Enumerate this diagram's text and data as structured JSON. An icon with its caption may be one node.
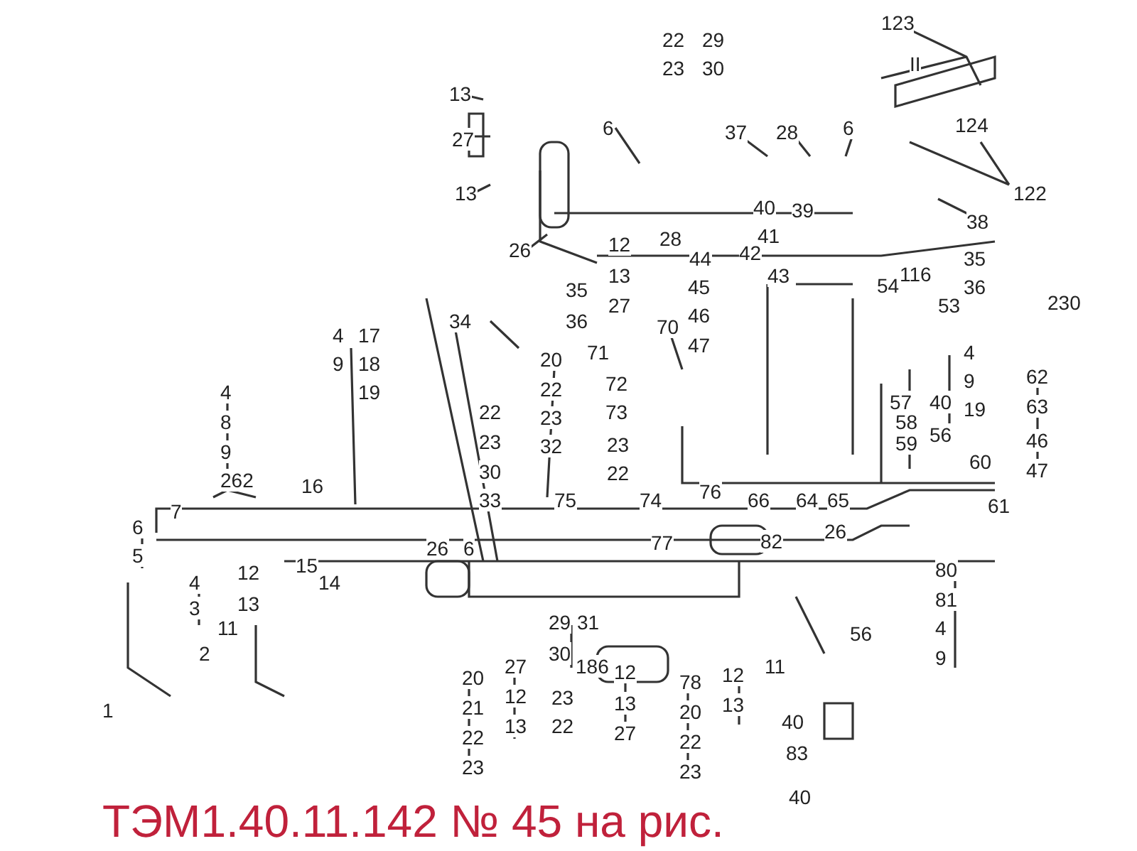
{
  "diagram": {
    "caption": "ТЭМ1.40.11.142 № 45 на рис.",
    "labels": [
      "123",
      "22",
      "29",
      "23",
      "30",
      "II",
      "13",
      "27",
      "6",
      "37",
      "28",
      "6",
      "124",
      "13",
      "122",
      "40",
      "39",
      "38",
      "41",
      "28",
      "12",
      "26",
      "44",
      "42",
      "116",
      "35",
      "43",
      "13",
      "35",
      "45",
      "54",
      "36",
      "27",
      "53",
      "230",
      "46",
      "36",
      "34",
      "70",
      "4",
      "17",
      "47",
      "71",
      "4",
      "20",
      "9",
      "18",
      "62",
      "72",
      "22",
      "9",
      "4",
      "19",
      "63",
      "57",
      "40",
      "19",
      "73",
      "22",
      "23",
      "8",
      "58",
      "23",
      "56",
      "46",
      "59",
      "23",
      "32",
      "9",
      "60",
      "30",
      "22",
      "47",
      "262",
      "16",
      "76",
      "33",
      "75",
      "74",
      "66",
      "64",
      "65",
      "61",
      "7",
      "6",
      "77",
      "82",
      "26",
      "26",
      "6",
      "5",
      "12",
      "15",
      "80",
      "4",
      "14",
      "13",
      "3",
      "81",
      "29",
      "31",
      "56",
      "11",
      "4",
      "2",
      "30",
      "9",
      "186",
      "11",
      "27",
      "12",
      "12",
      "20",
      "78",
      "23",
      "12",
      "13",
      "13",
      "1",
      "20",
      "21",
      "40",
      "22",
      "13",
      "27",
      "22",
      "22",
      "83",
      "23",
      "23",
      "40"
    ]
  }
}
